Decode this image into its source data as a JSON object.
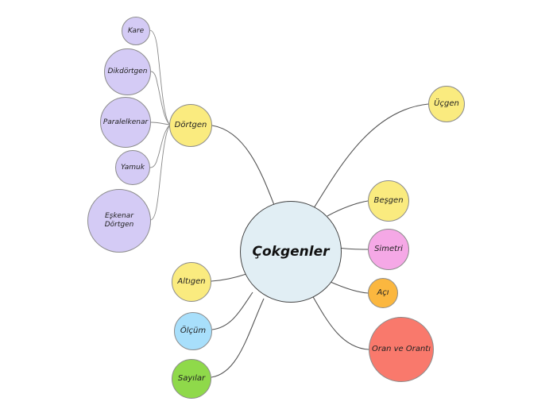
{
  "central_topic": {
    "label": "Çokgenler",
    "color": "#e1eef4"
  },
  "branches": {
    "dortgen": {
      "label": "Dörtgen",
      "color": "#faeb7f",
      "children": {
        "kare": {
          "label": "Kare",
          "color": "#d4cbf5"
        },
        "dikdortgen": {
          "label": "Dikdörtgen",
          "color": "#d4cbf5"
        },
        "paralelkenar": {
          "label": "Paralelkenar",
          "color": "#d4cbf5"
        },
        "yamuk": {
          "label": "Yamuk",
          "color": "#d4cbf5"
        },
        "eskenar_dortgen": {
          "label": "Eşkenar Dörtgen",
          "color": "#d4cbf5"
        }
      }
    },
    "ucgen": {
      "label": "Üçgen",
      "color": "#faeb7f"
    },
    "besgen": {
      "label": "Beşgen",
      "color": "#faeb7f"
    },
    "simetri": {
      "label": "Simetri",
      "color": "#f5a8e6"
    },
    "aci": {
      "label": "Açı",
      "color": "#fbb73f"
    },
    "oran_ve_oranti": {
      "label": "Oran ve Orantı",
      "color": "#f9796c"
    },
    "altigen": {
      "label": "Altıgen",
      "color": "#faeb7f"
    },
    "olcum": {
      "label": "Ölçüm",
      "color": "#a8dffb"
    },
    "sayilar": {
      "label": "Sayılar",
      "color": "#8fd94a"
    }
  }
}
